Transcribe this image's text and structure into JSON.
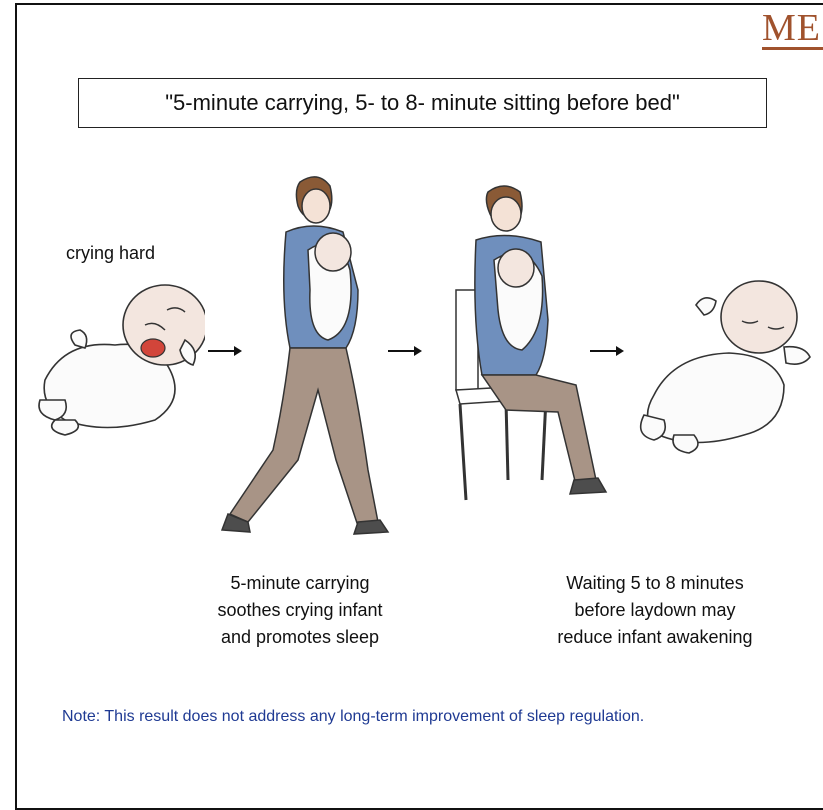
{
  "logo": {
    "text": "ME"
  },
  "title": "\"5-minute carrying, 5- to 8- minute sitting before bed\"",
  "labels": {
    "crying": "crying hard"
  },
  "captions": {
    "carrying": [
      "5-minute carrying",
      "soothes crying infant",
      "and promotes sleep"
    ],
    "waiting": [
      "Waiting 5 to 8 minutes",
      "before laydown may",
      "reduce infant awakening"
    ]
  },
  "note": "Note: This result does not address any long-term improvement of sleep regulation.",
  "colors": {
    "note": "#1f3a93",
    "logo": "#a0522d",
    "shirt": "#6f8fbd",
    "pants": "#a89486"
  }
}
